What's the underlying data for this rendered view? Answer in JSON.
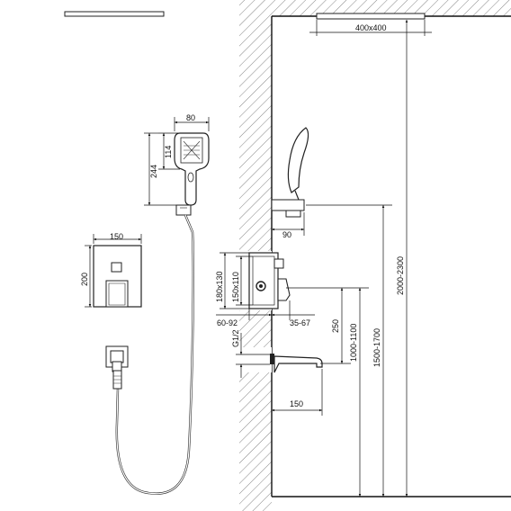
{
  "dimensions": {
    "head_size": "400x400",
    "handshower_width": "80",
    "handshower_face": "114",
    "handshower_length": "244",
    "bracket_offset": "90",
    "plate_width": "150",
    "plate_height": "200",
    "box_outer": "180x130",
    "box_inner": "150x110",
    "depth_range": "60-92",
    "front_range": "35-67",
    "thread": "G1/2",
    "spout_length": "150",
    "spout_to_valve": "250",
    "valve_height": "1000-1100",
    "bracket_height": "1500-1700",
    "head_height": "2000-2300"
  }
}
